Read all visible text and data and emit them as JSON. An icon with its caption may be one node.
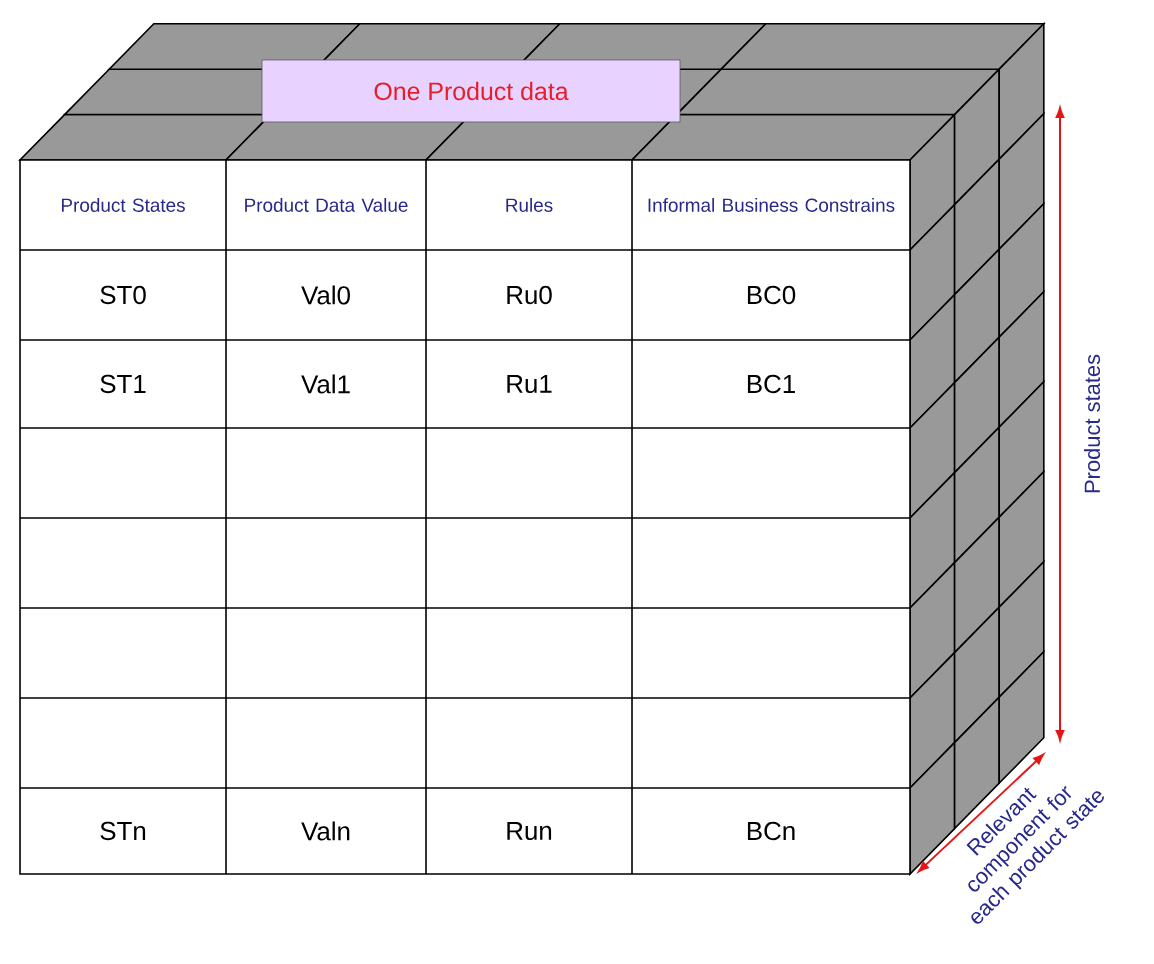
{
  "diagram": {
    "nodes": [
      {
        "text": [
          "One Product data"
        ]
      }
    ],
    "labels": [
      "Product States",
      "Product Data Value",
      "Rules",
      "Informal Business Constrains",
      "ST0",
      "Val0",
      "Ru0",
      "BC0",
      "ST1",
      "Val1",
      "Ru1",
      "BC1",
      "STn",
      "Valn",
      "Run",
      "BCn",
      "Product states",
      "Relevant component for each product state"
    ]
  }
}
